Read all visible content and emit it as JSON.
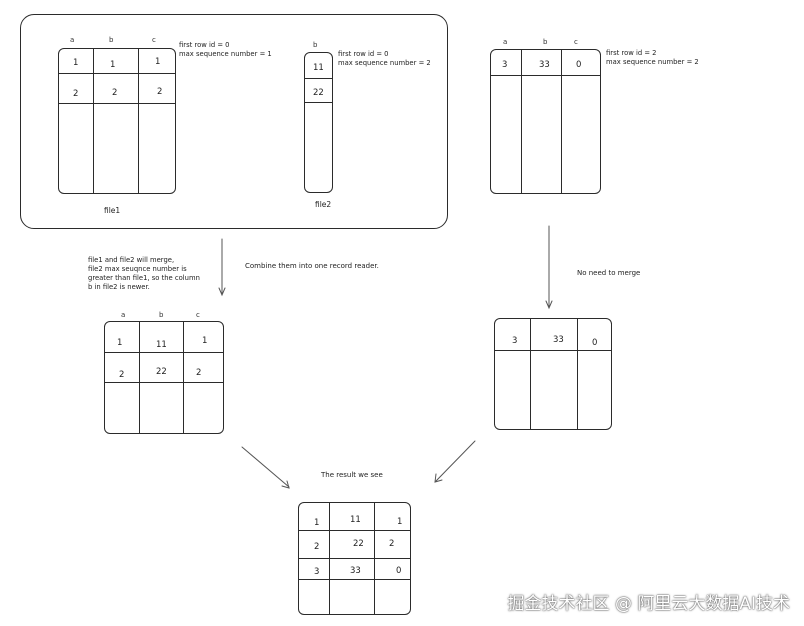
{
  "file1": {
    "headers": [
      "a",
      "b",
      "c"
    ],
    "rows": [
      [
        "1",
        "1",
        "1"
      ],
      [
        "2",
        "2",
        "2"
      ]
    ],
    "note_line1": "first row id = 0",
    "note_line2": "max sequence number = 1",
    "label": "file1"
  },
  "file2": {
    "headers": [
      "b"
    ],
    "rows": [
      [
        "11"
      ],
      [
        "22"
      ]
    ],
    "note_line1": "first row id = 0",
    "note_line2": "max sequence number = 2",
    "label": "file2"
  },
  "file3": {
    "headers": [
      "a",
      "b",
      "c"
    ],
    "rows": [
      [
        "3",
        "33",
        "0"
      ]
    ],
    "note_line1": "first row id = 2",
    "note_line2": "max sequence number = 2"
  },
  "merged": {
    "headers": [
      "a",
      "b",
      "c"
    ],
    "rows": [
      [
        "1",
        "11",
        "1"
      ],
      [
        "2",
        "22",
        "2"
      ]
    ]
  },
  "file3_out": {
    "rows": [
      [
        "3",
        "33",
        "0"
      ]
    ]
  },
  "result": {
    "rows": [
      [
        "1",
        "11",
        "1"
      ],
      [
        "2",
        "22",
        "2"
      ],
      [
        "3",
        "33",
        "0"
      ]
    ]
  },
  "annotations": {
    "merge_explanation": "file1 and file2 will merge,\nfile2 max seuqnce number is\ngreater than file1, so the column\nb in file2 is newer.",
    "combine": "Combine them into one record reader.",
    "no_merge": "No need to merge",
    "result_caption": "The result we see"
  },
  "watermark": "掘金技术社区 @ 阿里云大数据AI技术"
}
